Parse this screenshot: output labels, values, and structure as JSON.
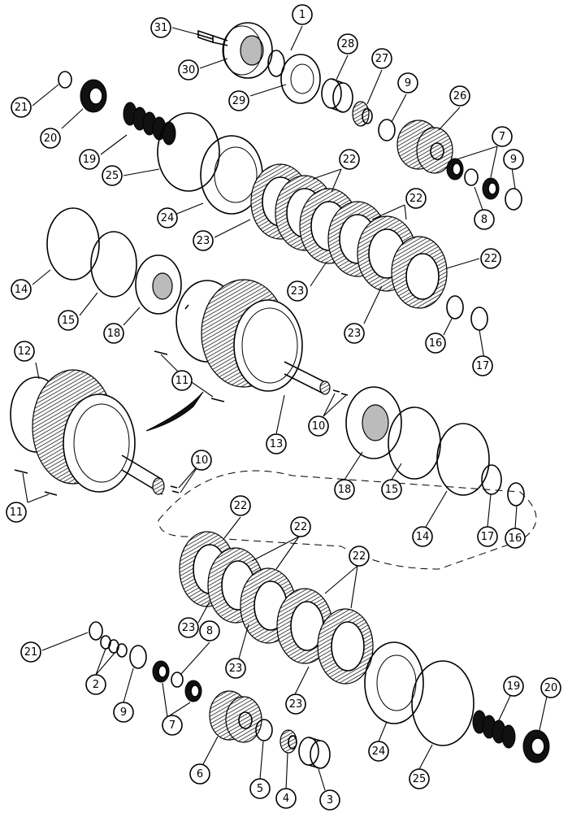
{
  "diagram": {
    "callouts": [
      {
        "label": "1"
      },
      {
        "label": "31"
      },
      {
        "label": "30"
      },
      {
        "label": "28"
      },
      {
        "label": "27"
      },
      {
        "label": "9"
      },
      {
        "label": "26"
      },
      {
        "label": "29"
      },
      {
        "label": "21"
      },
      {
        "label": "20"
      },
      {
        "label": "19"
      },
      {
        "label": "25"
      },
      {
        "label": "24"
      },
      {
        "label": "22"
      },
      {
        "label": "7"
      },
      {
        "label": "9"
      },
      {
        "label": "8"
      },
      {
        "label": "23"
      },
      {
        "label": "22"
      },
      {
        "label": "22"
      },
      {
        "label": "14"
      },
      {
        "label": "15"
      },
      {
        "label": "18"
      },
      {
        "label": "23"
      },
      {
        "label": "23"
      },
      {
        "label": "16"
      },
      {
        "label": "17"
      },
      {
        "label": "12"
      },
      {
        "label": "11"
      },
      {
        "label": "10"
      },
      {
        "label": "13"
      },
      {
        "label": "18"
      },
      {
        "label": "15"
      },
      {
        "label": "14"
      },
      {
        "label": "17"
      },
      {
        "label": "16"
      },
      {
        "label": "10"
      },
      {
        "label": "11"
      },
      {
        "label": "22"
      },
      {
        "label": "22"
      },
      {
        "label": "22"
      },
      {
        "label": "23"
      },
      {
        "label": "21"
      },
      {
        "label": "8"
      },
      {
        "label": "2"
      },
      {
        "label": "23"
      },
      {
        "label": "9"
      },
      {
        "label": "7"
      },
      {
        "label": "23"
      },
      {
        "label": "24"
      },
      {
        "label": "19"
      },
      {
        "label": "20"
      },
      {
        "label": "6"
      },
      {
        "label": "25"
      },
      {
        "label": "5"
      },
      {
        "label": "4"
      },
      {
        "label": "3"
      }
    ]
  }
}
